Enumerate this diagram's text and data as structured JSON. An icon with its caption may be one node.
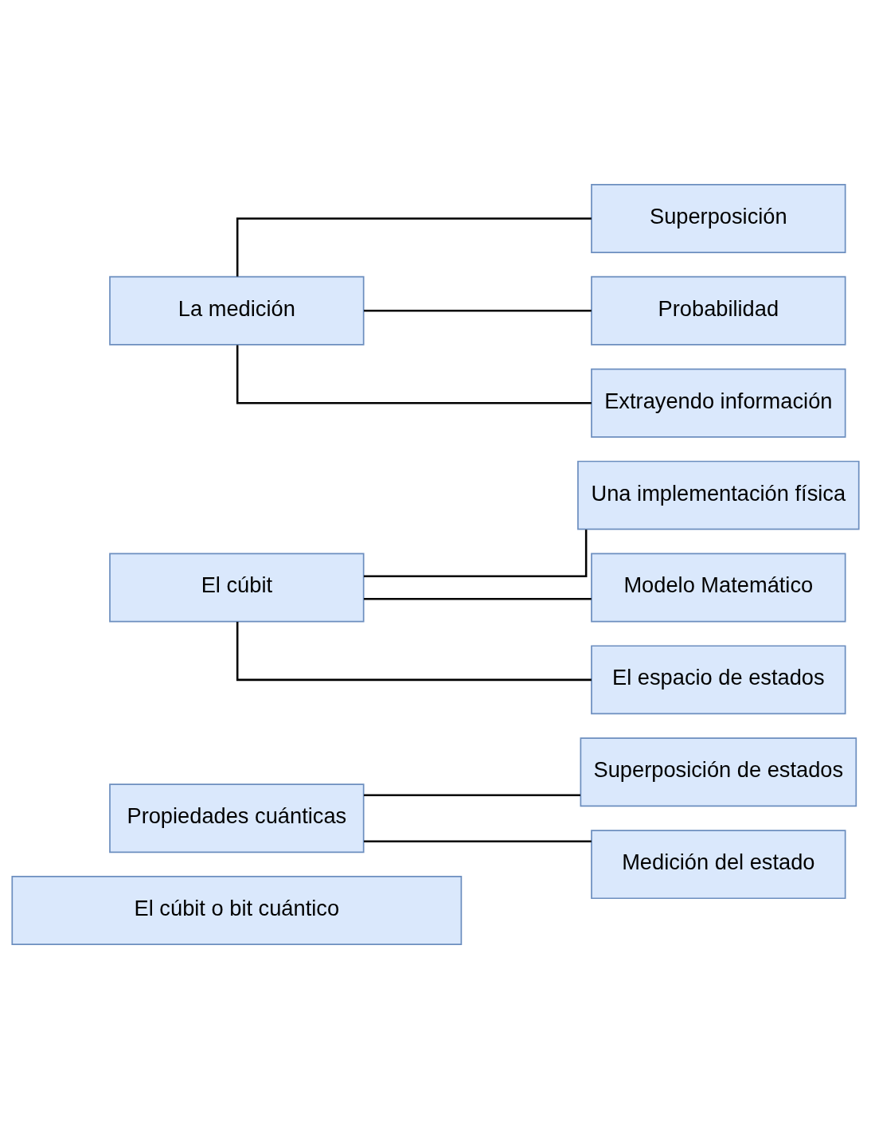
{
  "diagram": {
    "nodes": [
      {
        "text": [
          "El cúbit o bit cuántico"
        ]
      },
      {
        "text": [
          "Propiedades cuánticas"
        ]
      },
      {
        "text": [
          "Superposición de estados"
        ]
      },
      {
        "text": [
          "Medición del estado"
        ]
      },
      {
        "text": [
          "El cúbit"
        ]
      },
      {
        "text": [
          "Una implementación física"
        ]
      },
      {
        "text": [
          "Modelo Matemático"
        ]
      },
      {
        "text": [
          "El espacio de estados"
        ]
      },
      {
        "text": [
          "La medición"
        ]
      },
      {
        "text": [
          "Superposición"
        ]
      },
      {
        "text": [
          "Probabilidad"
        ]
      },
      {
        "text": [
          "Extrayendo información"
        ]
      }
    ],
    "edges": [
      {
        "from": 1,
        "to": 2,
        "arrow": "none"
      },
      {
        "from": 1,
        "to": 3,
        "arrow": "none"
      },
      {
        "from": 4,
        "to": 5,
        "arrow": "none"
      },
      {
        "from": 4,
        "to": 6,
        "arrow": "none"
      },
      {
        "from": 4,
        "to": 7,
        "arrow": "none"
      },
      {
        "from": 8,
        "to": 9,
        "arrow": "none"
      },
      {
        "from": 8,
        "to": 10,
        "arrow": "none"
      },
      {
        "from": 8,
        "to": 11,
        "arrow": "none"
      }
    ]
  }
}
